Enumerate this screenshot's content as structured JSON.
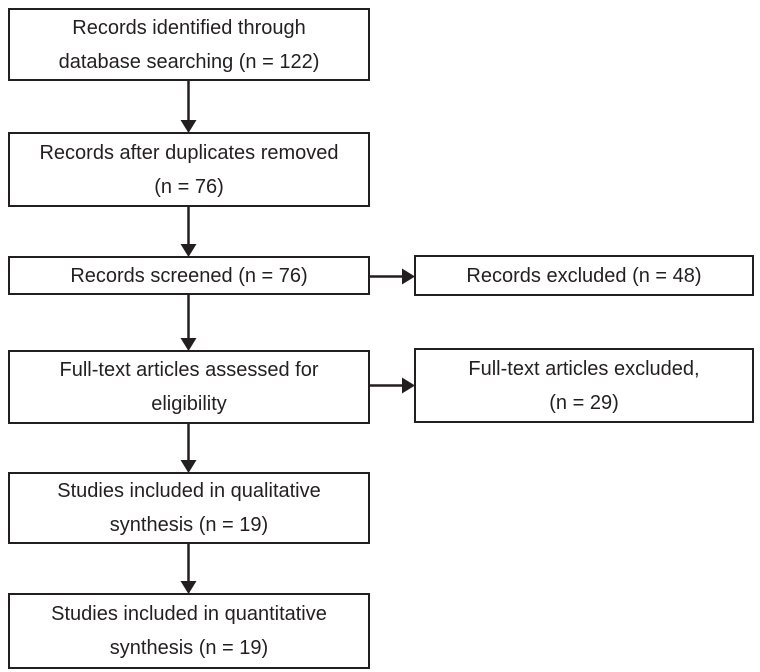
{
  "flow": {
    "boxes": [
      {
        "id": "records-identified",
        "lines": [
          "Records identified through",
          "database searching (n = 122)"
        ],
        "n": 122
      },
      {
        "id": "duplicates-removed",
        "lines": [
          "Records after duplicates removed",
          "(n = 76)"
        ],
        "n": 76
      },
      {
        "id": "records-screened",
        "lines": [
          "Records screened (n = 76)"
        ],
        "n": 76
      },
      {
        "id": "records-excluded",
        "lines": [
          "Records excluded (n = 48)"
        ],
        "n": 48
      },
      {
        "id": "fulltext-assessed",
        "lines": [
          "Full-text articles assessed for",
          "eligibility"
        ]
      },
      {
        "id": "fulltext-excluded",
        "lines": [
          "Full-text articles excluded,",
          "(n = 29)"
        ],
        "n": 29
      },
      {
        "id": "qualitative-synthesis",
        "lines": [
          "Studies included in qualitative",
          "synthesis (n = 19)"
        ],
        "n": 19
      },
      {
        "id": "quantitative-synthesis",
        "lines": [
          "Studies included in quantitative",
          "synthesis (n = 19)"
        ],
        "n": 19
      }
    ],
    "colors": {
      "line": "#231f20",
      "text": "#231f20",
      "background": "#ffffff"
    }
  }
}
